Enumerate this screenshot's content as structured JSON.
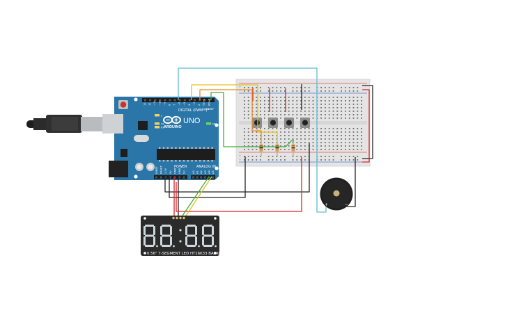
{
  "arduino": {
    "digital_label": "DIGITAL (PWM~)",
    "brand": "ARDUINO",
    "model": "UNO",
    "power_label": "POWER",
    "analog_label": "ANALOG IN",
    "aref": "AREF",
    "gnd": "GND",
    "tx_label": "TX",
    "rx_label": "RX",
    "l_label": "L",
    "on_label": "ON",
    "power_pins": [
      "IOREF",
      "RESET",
      "3.3V",
      "5V",
      "GND",
      "GND",
      "Vin"
    ],
    "analog_pins": [
      "A0",
      "A1",
      "A2",
      "A3",
      "A4",
      "A5"
    ],
    "digital_pins": [
      "13",
      "12",
      "~11",
      "~10",
      "~9",
      "8",
      "7",
      "~6",
      "~5",
      "4",
      "~3",
      "2",
      "TX→1",
      "RX←0"
    ]
  },
  "display": {
    "label": "0.56\" 7-SEGMENT LED HT16K33 BACKPACK",
    "digits": 4,
    "segment_color": "#cfd8dc",
    "body_color": "#2b2b2b"
  },
  "buzzer": {
    "plus": "+",
    "minus": "−"
  },
  "breadboard": {
    "rail_plus": "+",
    "rail_minus": "−"
  },
  "colors": {
    "board_blue": "#2a76a8",
    "wire_red": "#d9232d",
    "wire_black": "#222222",
    "wire_yellow": "#e3c21a",
    "wire_green": "#3fae3f",
    "wire_cyan": "#62bccb",
    "usb_cable": "#222222"
  }
}
